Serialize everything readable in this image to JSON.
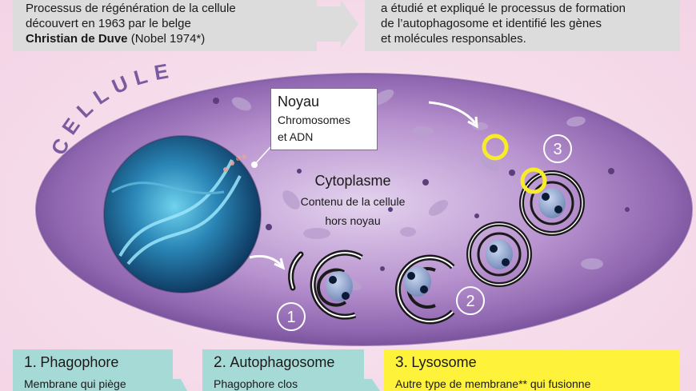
{
  "top_left": {
    "line1": "Processus de régénération de la cellule",
    "line2": "découvert en 1963 par le belge",
    "line3_name": "Christian de Duve",
    "line3_rest": " (Nobel 1974*)"
  },
  "top_right": {
    "line1": "a étudié et expliqué le processus de formation",
    "line2": "de l’autophagosome et identifié les gènes",
    "line3": "et molécules responsables."
  },
  "cell_label": "CELLULE",
  "nucleus": {
    "title": "Noyau",
    "line1": "Chromosomes",
    "line2": "et ADN"
  },
  "cytoplasm": {
    "title": "Cytoplasme",
    "line1": "Contenu de la cellule",
    "line2": "hors noyau"
  },
  "step_markers": [
    "1",
    "2",
    "3"
  ],
  "steps": [
    {
      "number": "1.",
      "title": "Phagophore",
      "desc": "Membrane qui piège"
    },
    {
      "number": "2.",
      "title": "Autophagosome",
      "desc": "Phagophore clos"
    },
    {
      "number": "3.",
      "title": "Lysosome",
      "desc": "Autre type de membrane** qui fusionne"
    }
  ],
  "colors": {
    "cell_fill": "#9a72b8",
    "cell_edge": "#6c4a8e",
    "step_box_teal": "#a6dad6",
    "step_box_yellow": "#fff23a",
    "lysosome_ring": "#f7ec2a",
    "top_box_gray": "#dcdcdc"
  }
}
